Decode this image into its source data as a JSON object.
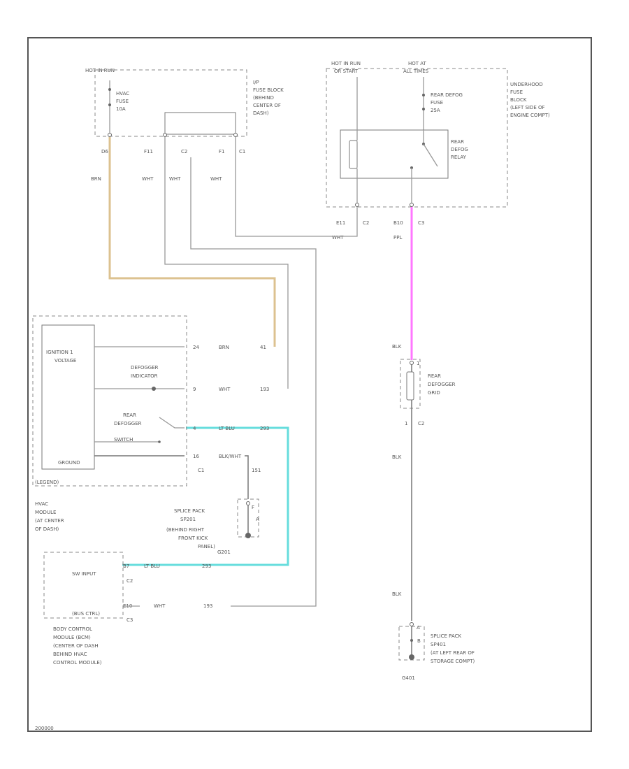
{
  "fuse_block_left": {
    "hot_label": "HOT IN RUN",
    "fuse_text": [
      "HVAC",
      "FUSE",
      "10A"
    ],
    "block_text": [
      "I/P",
      "FUSE BLOCK",
      "(BEHIND",
      "CENTER OF",
      "DASH)"
    ],
    "pins": [
      "D6",
      "F11",
      "C2",
      "F1",
      "C1"
    ],
    "wire_colors": [
      "BRN",
      "WHT",
      "WHT",
      "WHT"
    ]
  },
  "underhood": {
    "hot_left": [
      "HOT IN RUN",
      "OR START"
    ],
    "hot_right": [
      "HOT AT",
      "ALL TIMES"
    ],
    "fuse_text": [
      "REAR DEFOG",
      "FUSE",
      "25A"
    ],
    "relay_text": [
      "REAR",
      "DEFOG",
      "RELAY"
    ],
    "block_text": [
      "UNDERHOOD",
      "FUSE",
      "BLOCK",
      "(LEFT SIDE OF",
      "ENGINE COMPT)"
    ],
    "pins_left": [
      "E11",
      "C2"
    ],
    "pins_right": [
      "B10",
      "C3"
    ],
    "wht_label": "WHT",
    "ppl_label": "PPL"
  },
  "grid": {
    "blk_top": "BLK",
    "pin_top": "1",
    "text": [
      "REAR",
      "DEFOGGER",
      "GRID"
    ],
    "pin_bottom": "1",
    "conn": "C2",
    "blk_mid": "BLK",
    "blk_bot": "BLK"
  },
  "hvac_module": {
    "ignition": [
      "IGNITION 1",
      "VOLTAGE"
    ],
    "indicator": [
      "DEFOGGER",
      "INDICATOR"
    ],
    "switch": [
      "REAR",
      "DEFOGGER",
      "SWITCH"
    ],
    "ground": "GROUND",
    "legend": "(LEGEND)",
    "desc": [
      "HVAC",
      "MODULE",
      "(AT CENTER",
      "OF DASH)"
    ],
    "rows": [
      {
        "pin": "24",
        "color": "BRN",
        "circuit": "41"
      },
      {
        "pin": "9",
        "color": "WHT",
        "circuit": "193"
      },
      {
        "pin": "4",
        "color": "LT BLU",
        "circuit": "293"
      },
      {
        "pin": "16",
        "color": "BLK/WHT",
        "circuit": "151"
      }
    ],
    "conn": "C1"
  },
  "splice_sp201": {
    "circuit": "151",
    "text": [
      "SPLICE PACK",
      "SP201",
      "(BEHIND RIGHT",
      "FRONT KICK",
      "PANEL)"
    ],
    "ground": "G201",
    "pin_a": "A",
    "pin_b": "F"
  },
  "bcm": {
    "row1": {
      "label": "SW INPUT",
      "pin": "B7",
      "color": "LT BLU",
      "circuit": "293"
    },
    "conn1": "C2",
    "row2": {
      "label": "(BUS CTRL)",
      "pin": "E10",
      "color": "WHT",
      "circuit": "193"
    },
    "conn2": "C3",
    "desc": [
      "BODY CONTROL",
      "MODULE (BCM)",
      "(CENTER OF DASH",
      "BEHIND HVAC",
      "CONTROL MODULE)"
    ]
  },
  "splice_sp401": {
    "text": [
      "SPLICE PACK",
      "SP401",
      "(AT LEFT REAR OF",
      "STORAGE COMPT)"
    ],
    "ground": "G401",
    "pin_a": "A",
    "pin_b": "B"
  },
  "footer": "200000"
}
